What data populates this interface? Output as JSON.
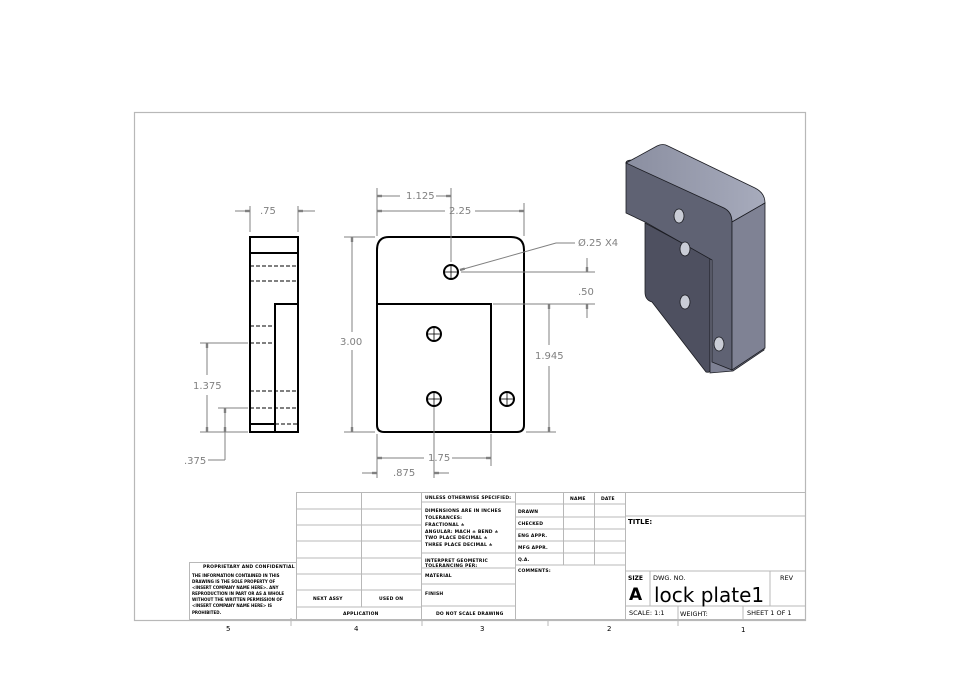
{
  "drawing": {
    "name": "lock plate1",
    "views": {
      "side": {
        "dims": {
          "width": ".75",
          "height_a": "1.375",
          "height_b": ".375"
        }
      },
      "front": {
        "dims": {
          "half_width": "1.125",
          "width": "2.25",
          "height": "3.00",
          "hole_callout": "Ø.25 X4",
          "hole_offset": ".50",
          "step_height": "1.945",
          "step_width": "1.75",
          "hole_x": ".875"
        }
      },
      "isometric": {
        "color": "#5f6273"
      }
    }
  },
  "title_block": {
    "unless_specified": "UNLESS OTHERWISE SPECIFIED:",
    "dims_note": "DIMENSIONS ARE IN INCHES",
    "tolerances": "TOLERANCES:",
    "fractional": "FRACTIONAL ±",
    "angular": "ANGULAR: MACH ±    BEND ±",
    "two_place": "TWO PLACE DECIMAL   ±",
    "three_place": "THREE PLACE DECIMAL  ±",
    "interpret": "INTERPRET GEOMETRIC",
    "tolerancing": "TOLERANCING PER:",
    "material": "MATERIAL",
    "finish": "FINISH",
    "do_not_scale": "DO NOT SCALE DRAWING",
    "next_assy": "NEXT ASSY",
    "used_on": "USED ON",
    "application": "APPLICATION",
    "name_header": "NAME",
    "date_header": "DATE",
    "drawn": "DRAWN",
    "checked": "CHECKED",
    "eng_appr": "ENG APPR.",
    "mfg_appr": "MFG APPR.",
    "qa": "Q.A.",
    "comments": "COMMENTS:",
    "title_label": "TITLE:",
    "size_label": "SIZE",
    "size_value": "A",
    "dwg_no_label": "DWG. NO.",
    "dwg_no_value": "lock plate1",
    "rev_label": "REV",
    "scale": "SCALE: 1:1",
    "weight": "WEIGHT:",
    "sheet": "SHEET 1 OF 1"
  },
  "proprietary": {
    "heading": "PROPRIETARY AND CONFIDENTIAL",
    "lines": [
      "THE INFORMATION CONTAINED IN THIS",
      "DRAWING IS THE SOLE PROPERTY OF",
      "<INSERT COMPANY NAME HERE>. ANY",
      "REPRODUCTION IN PART OR AS A WHOLE",
      "WITHOUT THE WRITTEN PERMISSION OF",
      "<INSERT COMPANY NAME HERE> IS",
      "PROHIBITED."
    ]
  },
  "zones": [
    "5",
    "4",
    "3",
    "2",
    "1"
  ]
}
